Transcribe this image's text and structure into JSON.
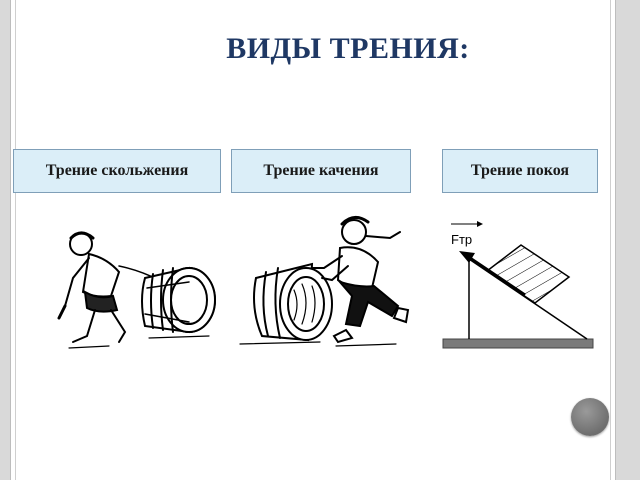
{
  "slide": {
    "title": "ВИДЫ ТРЕНИЯ:",
    "labels": {
      "sliding": "Трение скольжения",
      "rolling": "Трение качения",
      "static": "Трение покоя"
    },
    "force_label": "Fтр"
  },
  "colors": {
    "title": "#1f3864",
    "label_fill": "#dbeef8",
    "label_border": "#7f9fb8"
  }
}
